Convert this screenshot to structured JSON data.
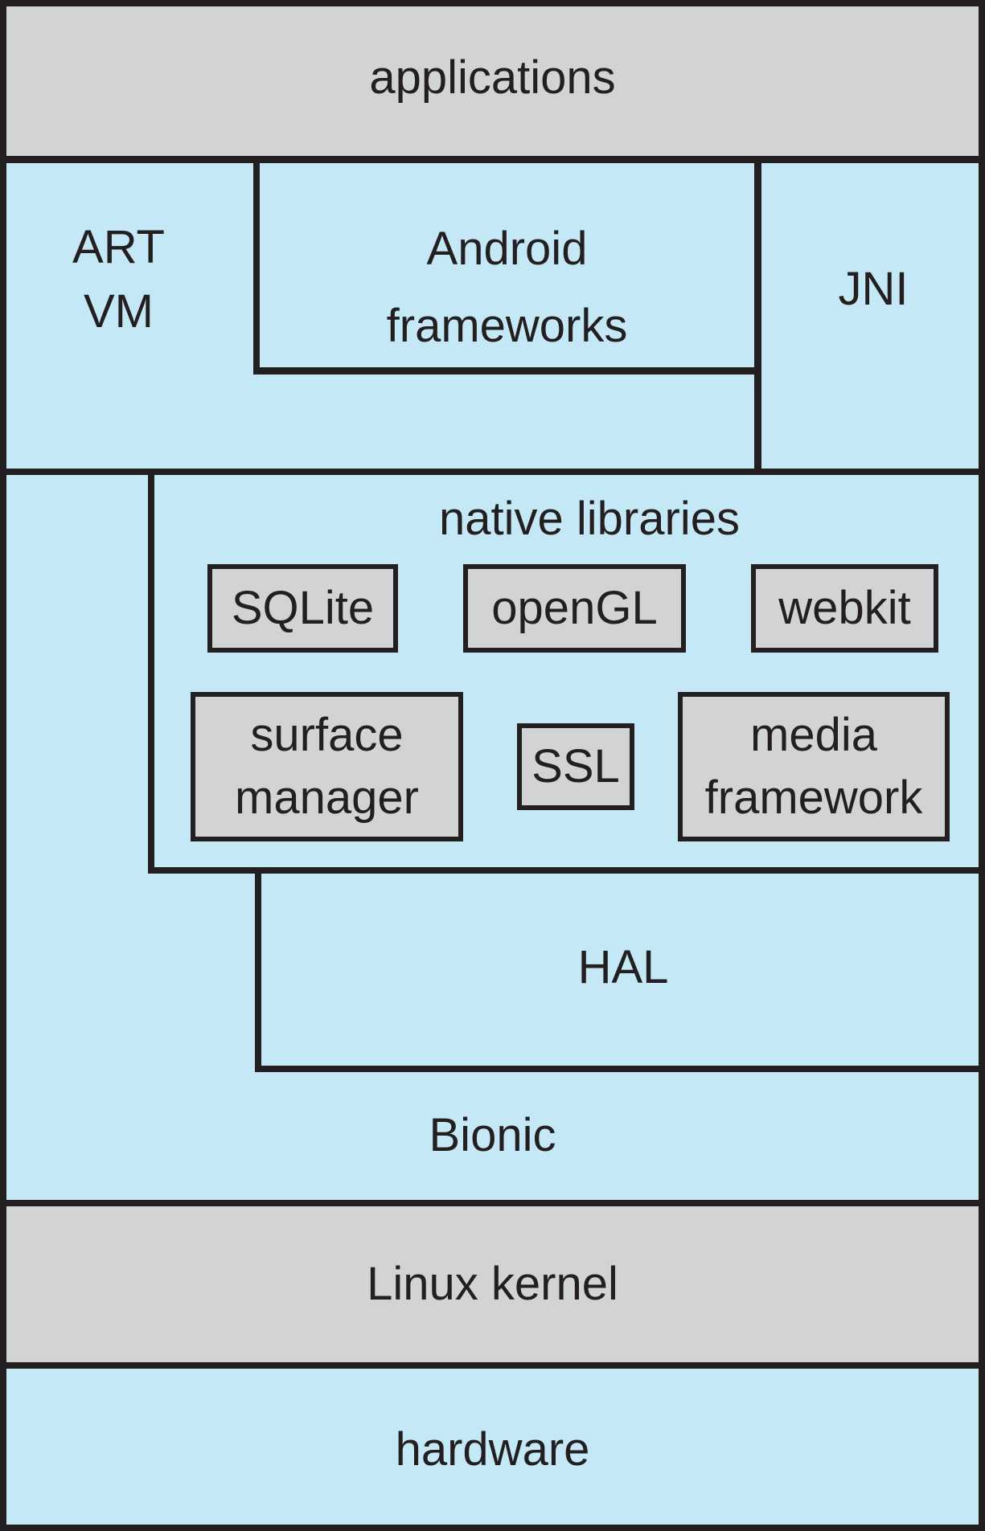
{
  "diagram": {
    "type": "block-diagram",
    "colors": {
      "background_blue": "#c5e8f7",
      "band_gray": "#d2d3d5",
      "line_black": "#231f20",
      "text": "#231f20"
    },
    "labels": {
      "applications": "applications",
      "art_vm": "ART\nVM",
      "android_frameworks": "Android\nframeworks",
      "jni": "JNI",
      "native_libraries_title": "native libraries",
      "sqlite": "SQLite",
      "opengl": "openGL",
      "webkit": "webkit",
      "surface_manager": "surface\nmanager",
      "ssl": "SSL",
      "media_framework": "media\nframework",
      "hal": "HAL",
      "bionic": "Bionic",
      "linux_kernel": "Linux kernel",
      "hardware": "hardware"
    }
  }
}
